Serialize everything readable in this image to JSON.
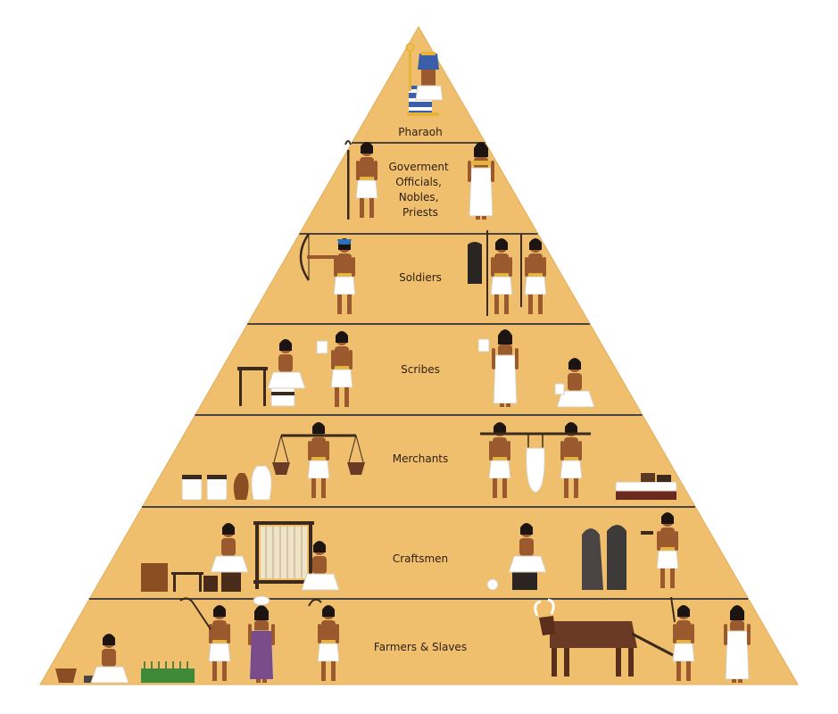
{
  "colors": {
    "pyramid": "#f0bf6e",
    "pyramid_edge": "#e2ad58",
    "divider": "#4a4340",
    "text": "#2a1e10",
    "skin": "#9a5a2e",
    "linen": "#ffffff",
    "ox": "#6b3a24"
  },
  "tiers": [
    {
      "id": "pharaoh",
      "lines": [
        "Pharaoh"
      ]
    },
    {
      "id": "officials",
      "lines": [
        "Goverment",
        "Officials,",
        "Nobles,",
        "Priests"
      ]
    },
    {
      "id": "soldiers",
      "lines": [
        "Soldiers"
      ]
    },
    {
      "id": "scribes",
      "lines": [
        "Scribes"
      ]
    },
    {
      "id": "merchants",
      "lines": [
        "Merchants"
      ]
    },
    {
      "id": "craftsmen",
      "lines": [
        "Craftsmen"
      ]
    },
    {
      "id": "farmers",
      "lines": [
        "Farmers & Slaves"
      ]
    }
  ],
  "icons": {
    "pharaoh": "pharaoh-on-throne-icon",
    "officials": [
      "priest-with-staff-icon",
      "noble-in-robe-icon"
    ],
    "soldiers": [
      "archer-icon",
      "shield-bearer-icon",
      "spearman-icon"
    ],
    "scribes": [
      "scribe-at-desk-icon",
      "scribe-reading-icon",
      "scribe-with-scroll-icon",
      "seated-scribe-icon"
    ],
    "merchants": [
      "jars-icon",
      "scale-carrier-icon",
      "porters-with-sack-icon",
      "fabric-bolts-icon"
    ],
    "craftsmen": [
      "potter-icon",
      "weaving-loom-icon",
      "weaver-icon",
      "sculptor-icon",
      "stone-statues-icon",
      "stone-carver-icon"
    ],
    "farmers": [
      "grinding-grain-icon",
      "wheat-sprouts-icon",
      "harvester-icon",
      "water-carrier-icon",
      "herder-icon",
      "ox-team-icon",
      "plowman-icon",
      "farm-woman-icon"
    ]
  }
}
